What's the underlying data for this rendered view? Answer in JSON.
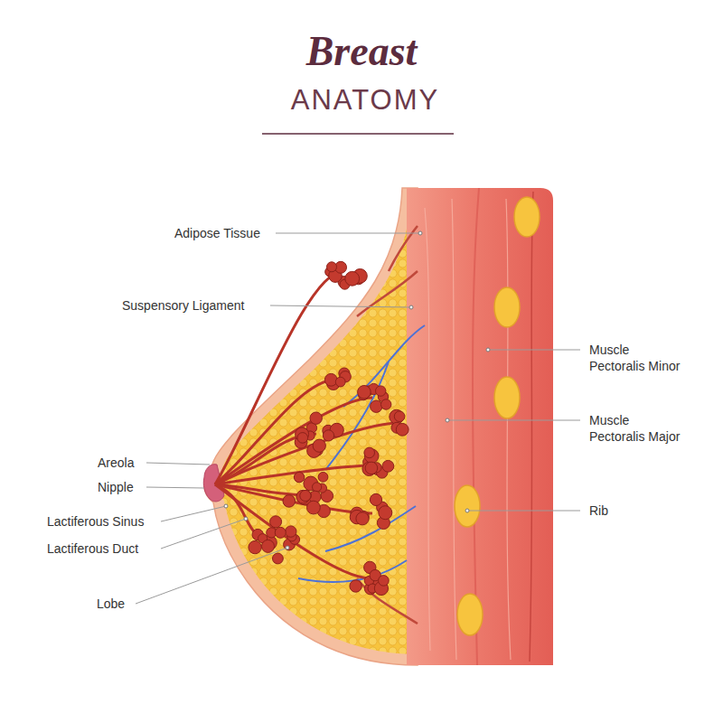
{
  "diagram": {
    "title": "Breast",
    "labels": [
      "ANATOMY",
      "Adipose Tissue",
      "Suspensory Ligament",
      "Muscle Pectoralis Minor",
      "Muscle Pectoralis Major",
      "Areola",
      "Nipple",
      "Rib",
      "Lactiferous Sinus",
      "Lactiferous Duct",
      "Lobe"
    ]
  }
}
